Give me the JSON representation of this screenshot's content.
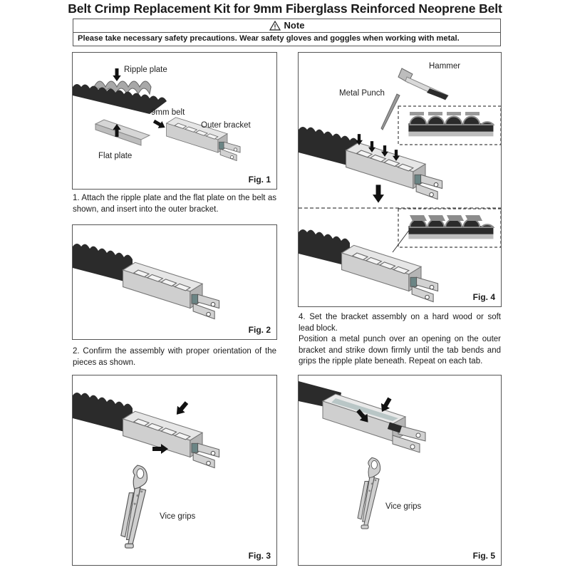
{
  "document": {
    "title": "Belt Crimp Replacement Kit for 9mm Fiberglass Reinforced Neoprene Belt",
    "note": {
      "icon": "warning-triangle-icon",
      "heading": "Note",
      "text": "Please take necessary safety precautions. Wear safety gloves and goggles when  working with metal."
    }
  },
  "figures": {
    "fig1": {
      "label": "Fig. 1",
      "callouts": {
        "ripple_plate": "Ripple plate",
        "belt": "9mm belt",
        "outer_bracket": "Outer bracket",
        "flat_plate": "Flat plate"
      }
    },
    "fig2": {
      "label": "Fig. 2"
    },
    "fig3": {
      "label": "Fig. 3",
      "callouts": {
        "vice_grips": "Vice grips"
      }
    },
    "fig4": {
      "label": "Fig. 4",
      "callouts": {
        "hammer": "Hammer",
        "metal_punch": "Metal Punch"
      }
    },
    "fig5": {
      "label": "Fig. 5",
      "callouts": {
        "vice_grips": "Vice grips"
      }
    }
  },
  "steps": {
    "step1": "1. Attach the ripple plate and the flat plate on the belt as shown, and insert into the outer bracket.",
    "step2": "2. Confirm the assembly with proper orientation of the pieces as shown.",
    "step4_line1": "4. Set the bracket assembly on a hard wood or soft lead block.",
    "step4_line2": "Position a metal punch over an opening on the outer bracket and strike down firmly until the tab bends and grips the ripple plate beneath. Repeat on each tab."
  },
  "colors": {
    "belt": "#2b2b2b",
    "metal": "#d9d9d9",
    "metal_dark": "#9a9a9a",
    "border": "#555555"
  }
}
